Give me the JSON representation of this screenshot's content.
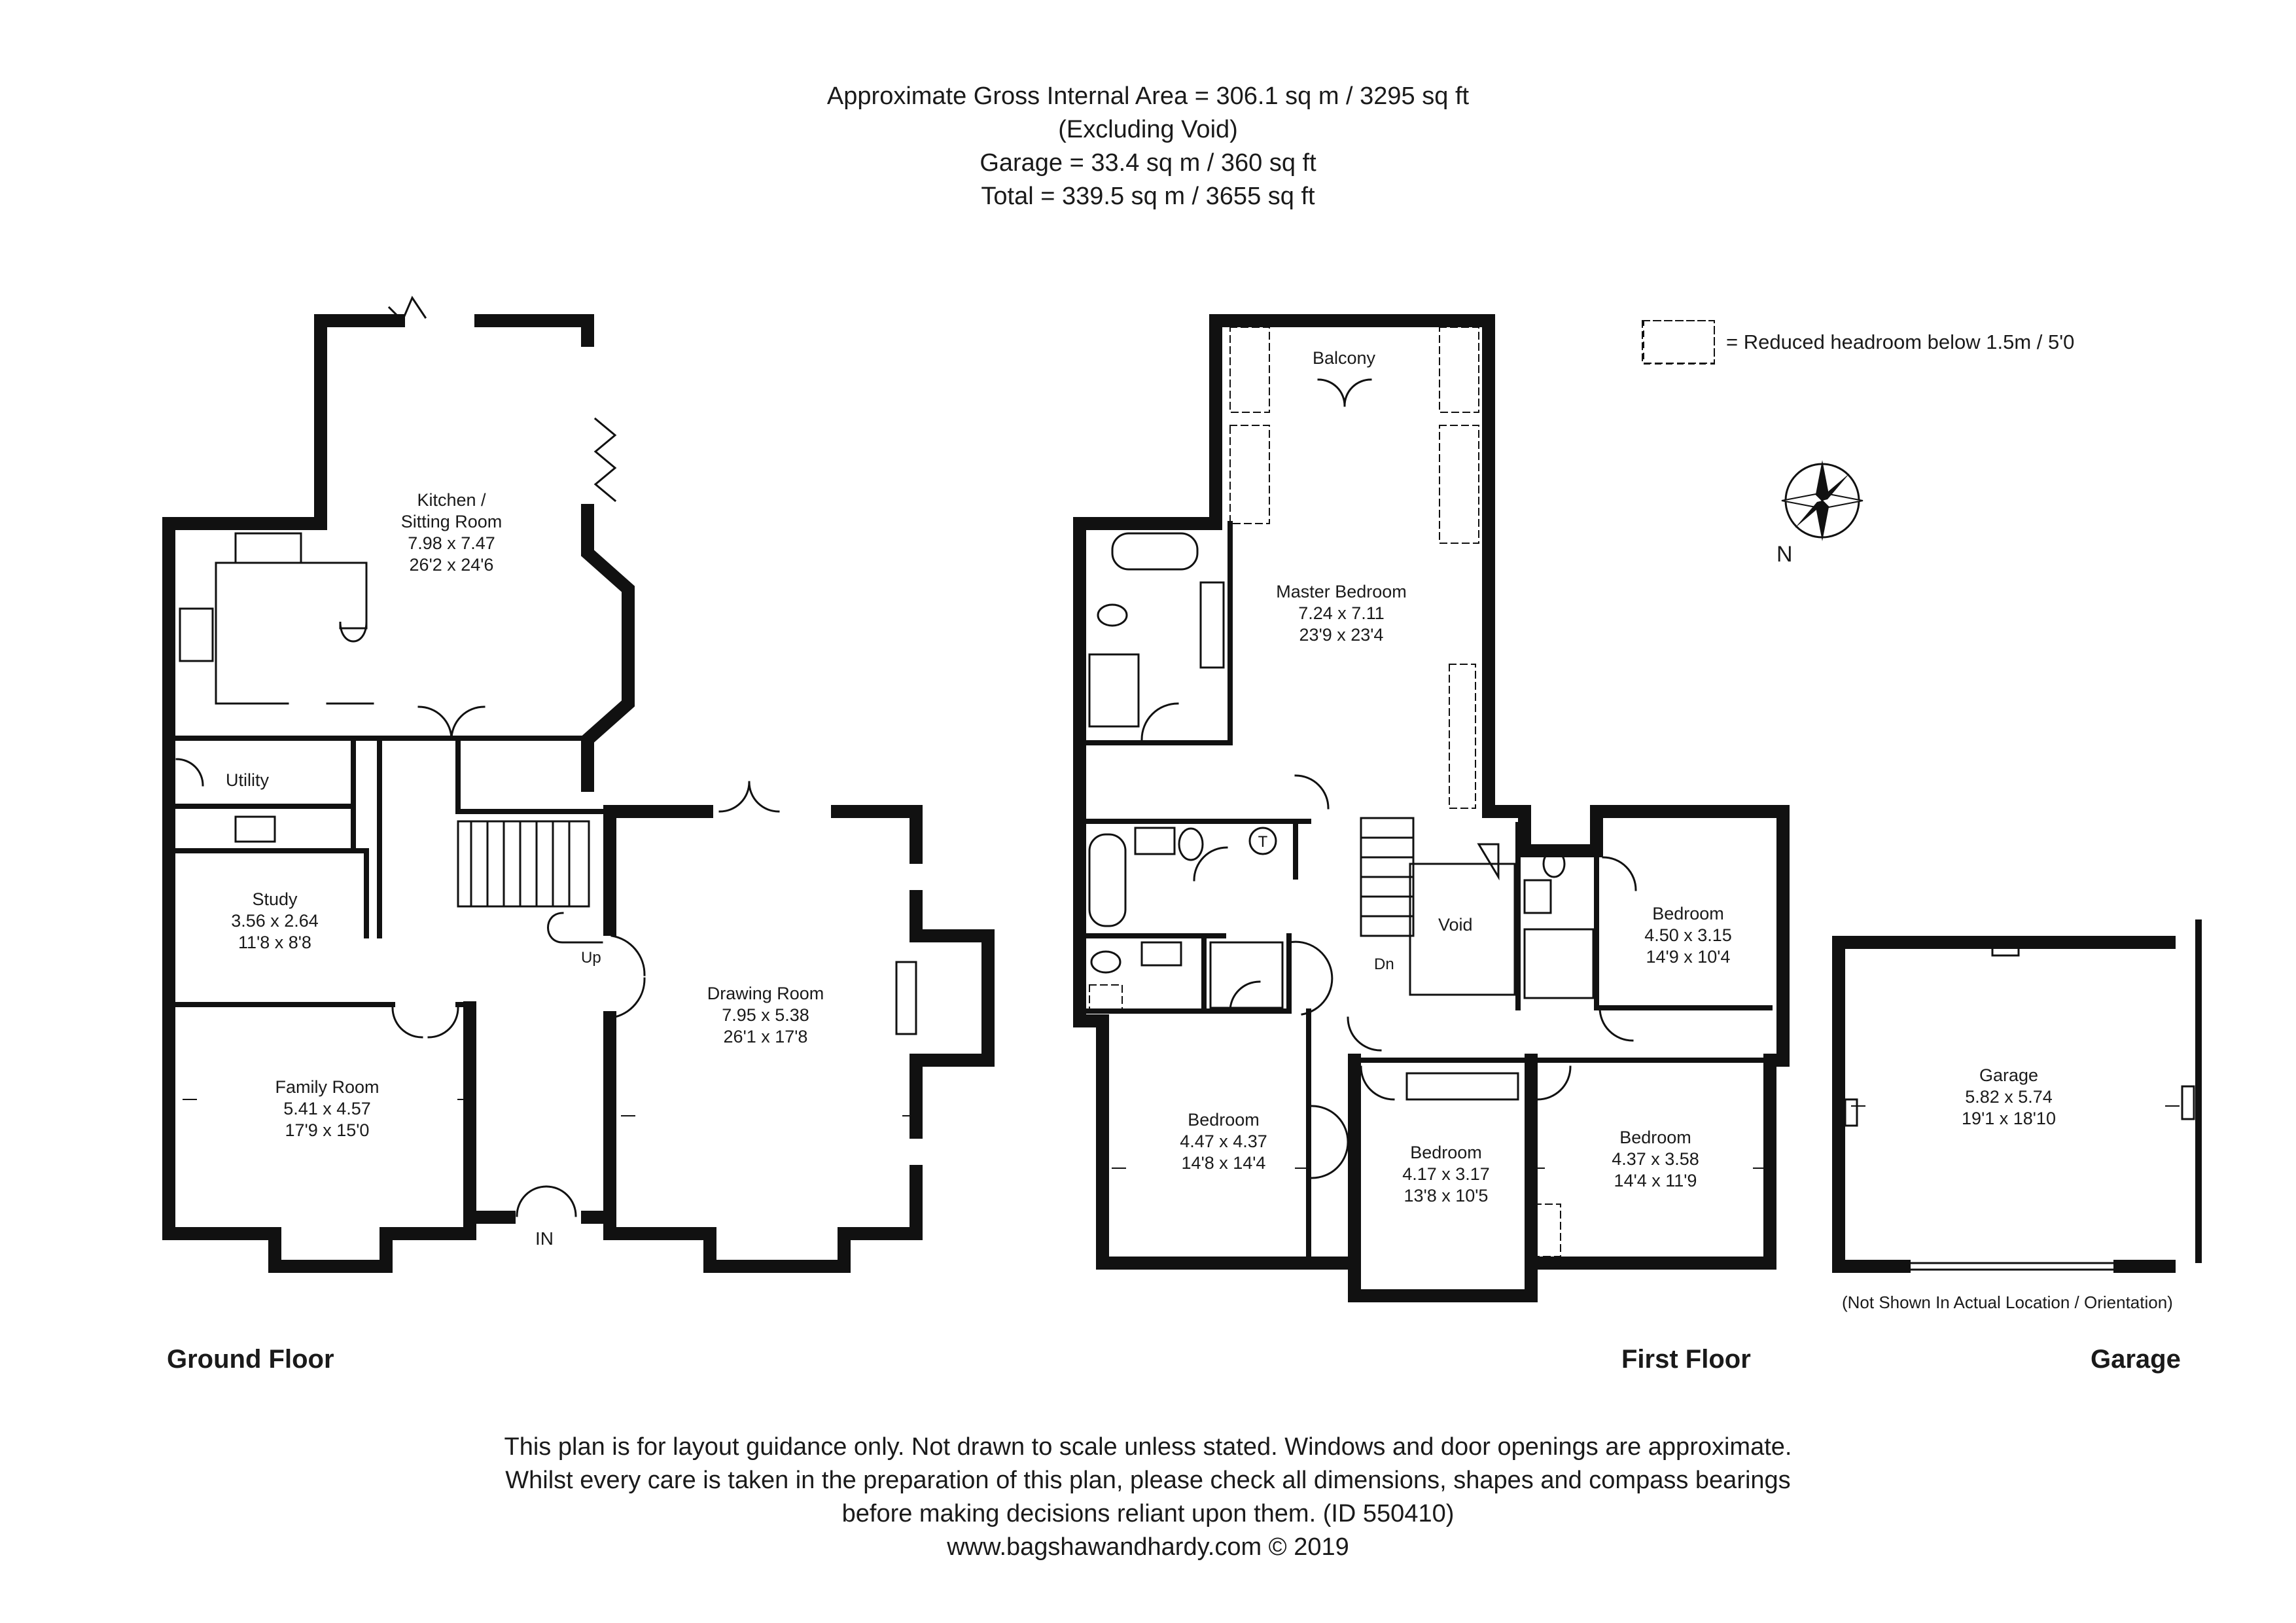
{
  "header": {
    "line1": "Approximate Gross Internal Area = 306.1 sq m / 3295 sq ft",
    "line2": "(Excluding Void)",
    "line3": "Garage = 33.4 sq m / 360 sq ft",
    "line4": "Total = 339.5 sq m / 3655 sq ft"
  },
  "legend": {
    "text": "= Reduced headroom below 1.5m / 5'0"
  },
  "compass": {
    "label": "N",
    "icon": "compass-rose-icon"
  },
  "ground_floor": {
    "title": "Ground Floor",
    "rooms": {
      "kitchen": {
        "name1": "Kitchen /",
        "name2": "Sitting Room",
        "metric": "7.98 x 7.47",
        "imperial": "26'2 x 24'6"
      },
      "utility": {
        "name": "Utility"
      },
      "study": {
        "name": "Study",
        "metric": "3.56 x 2.64",
        "imperial": "11'8 x 8'8"
      },
      "family": {
        "name": "Family Room",
        "metric": "5.41 x 4.57",
        "imperial": "17'9 x 15'0"
      },
      "drawing": {
        "name": "Drawing Room",
        "metric": "7.95 x 5.38",
        "imperial": "26'1 x 17'8"
      }
    },
    "labels": {
      "up": "Up",
      "entrance": "IN"
    }
  },
  "first_floor": {
    "title": "First Floor",
    "rooms": {
      "balcony": {
        "name": "Balcony"
      },
      "master": {
        "name": "Master Bedroom",
        "metric": "7.24 x 7.11",
        "imperial": "23'9 x 23'4"
      },
      "bedroom_ne": {
        "name": "Bedroom",
        "metric": "4.50 x 3.15",
        "imperial": "14'9 x 10'4"
      },
      "bedroom_sw": {
        "name": "Bedroom",
        "metric": "4.47 x 4.37",
        "imperial": "14'8 x 14'4"
      },
      "bedroom_s": {
        "name": "Bedroom",
        "metric": "4.17 x 3.17",
        "imperial": "13'8 x 10'5"
      },
      "bedroom_se": {
        "name": "Bedroom",
        "metric": "4.37 x 3.58",
        "imperial": "14'4 x 11'9"
      },
      "void": {
        "name": "Void"
      }
    },
    "labels": {
      "down": "Dn",
      "tank": "T"
    }
  },
  "garage": {
    "title": "Garage",
    "name": "Garage",
    "metric": "5.82 x 5.74",
    "imperial": "19'1 x 18'10",
    "note": "(Not Shown In Actual Location / Orientation)"
  },
  "footer": {
    "line1": "This plan is for layout guidance only. Not drawn to scale unless stated. Windows and door openings are approximate.",
    "line2": "Whilst every care is taken in the preparation of this plan, please check all dimensions, shapes and compass bearings",
    "line3": "before making decisions reliant upon them. (ID 550410)",
    "line4": "www.bagshawandhardy.com © 2019"
  }
}
